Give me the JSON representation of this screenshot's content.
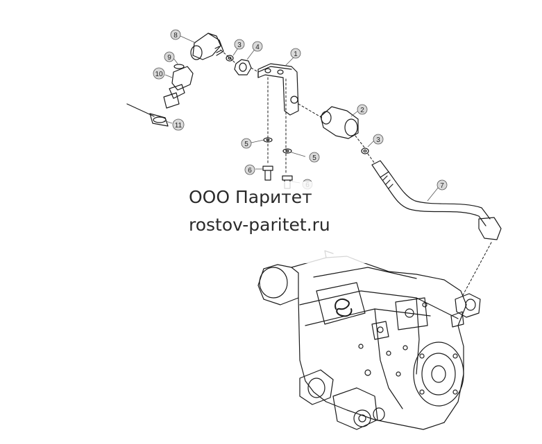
{
  "watermark": {
    "company": "ООО Паритет",
    "website": "rostov-paritet.ru"
  },
  "callouts": [
    {
      "id": "c8a",
      "label": "8"
    },
    {
      "id": "c3a",
      "label": "3"
    },
    {
      "id": "c4",
      "label": "4"
    },
    {
      "id": "c1",
      "label": "1"
    },
    {
      "id": "c9",
      "label": "9"
    },
    {
      "id": "c10",
      "label": "10"
    },
    {
      "id": "c11",
      "label": "11"
    },
    {
      "id": "c2",
      "label": "2"
    },
    {
      "id": "c3b",
      "label": "3"
    },
    {
      "id": "c5a",
      "label": "5"
    },
    {
      "id": "c5b",
      "label": "5"
    },
    {
      "id": "c6a",
      "label": "6"
    },
    {
      "id": "c6b",
      "label": "6"
    },
    {
      "id": "c7",
      "label": "7"
    }
  ],
  "colors": {
    "line": "#1a1a1a",
    "callout_fill": "#d9d9d9",
    "callout_stroke": "#555555"
  }
}
